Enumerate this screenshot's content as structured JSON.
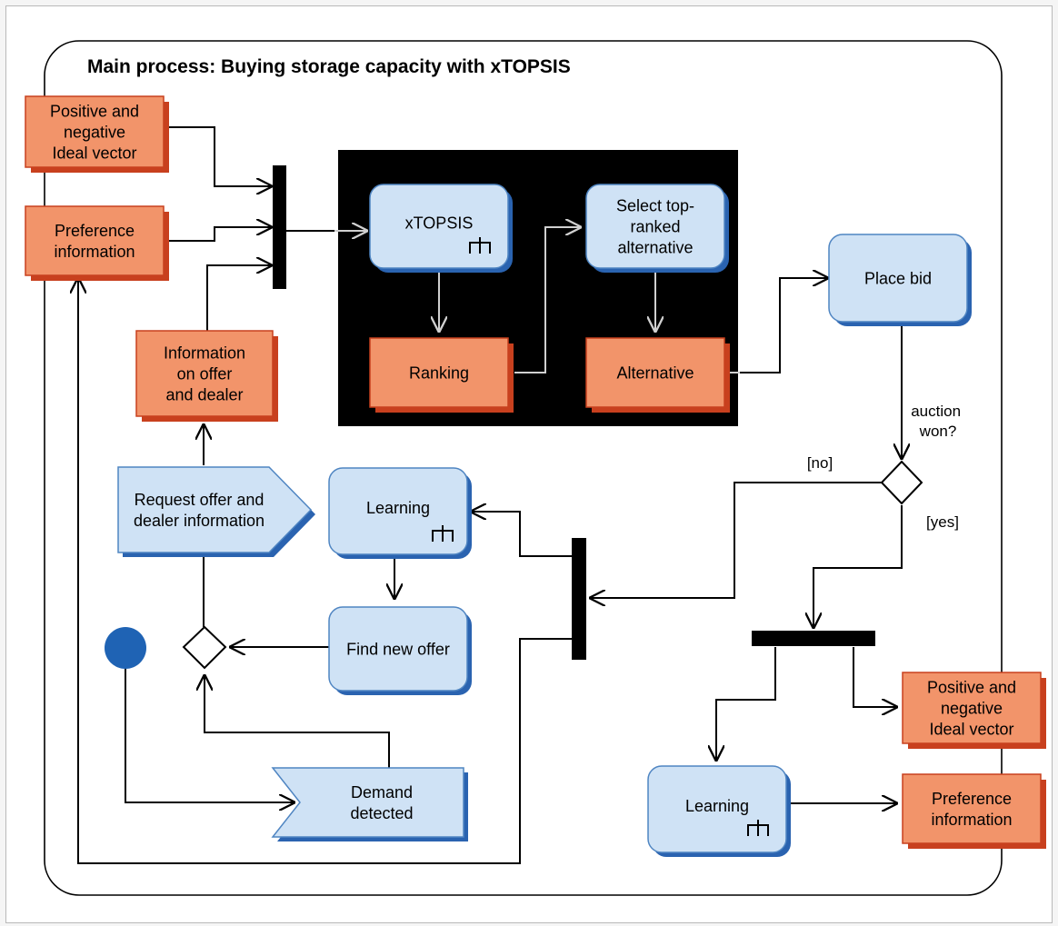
{
  "diagram": {
    "title": "Main process: Buying storage capacity with xTOPSIS",
    "nodes": {
      "pos_neg_ideal_top": [
        "Positive and",
        "negative",
        "Ideal vector"
      ],
      "pref_info_top": [
        "Preference",
        "information"
      ],
      "info_offer_dealer": [
        "Information",
        "on offer",
        "and dealer"
      ],
      "xtopsis": [
        "xTOPSIS"
      ],
      "ranking": [
        "Ranking"
      ],
      "select_top_ranked": [
        "Select top-",
        "ranked",
        "alternative"
      ],
      "alternative": [
        "Alternative"
      ],
      "place_bid": [
        "Place bid"
      ],
      "request_offer": [
        "Request offer and",
        "dealer information"
      ],
      "learning_left": [
        "Learning"
      ],
      "find_new_offer": [
        "Find new offer"
      ],
      "demand_detected": [
        "Demand",
        "detected"
      ],
      "learning_right": [
        "Learning"
      ],
      "pos_neg_ideal_bottom": [
        "Positive and",
        "negative",
        "Ideal vector"
      ],
      "pref_info_bottom": [
        "Preference",
        "information"
      ]
    },
    "guards": {
      "auction_won": [
        "auction",
        "won?"
      ],
      "no": "[no]",
      "yes": "[yes]"
    },
    "colors": {
      "object_fill": "#f2946a",
      "object_border": "#c8401e",
      "object_shadow": "#c8401e",
      "action_fill": "#cfe2f5",
      "action_border": "#4f85c2",
      "action_shadow": "#2a63b0",
      "highlight_bg": "#000000",
      "initial_node": "#1f63b4",
      "bar": "#000000",
      "line": "#000000",
      "line_on_dark": "#cfcfcf"
    }
  }
}
